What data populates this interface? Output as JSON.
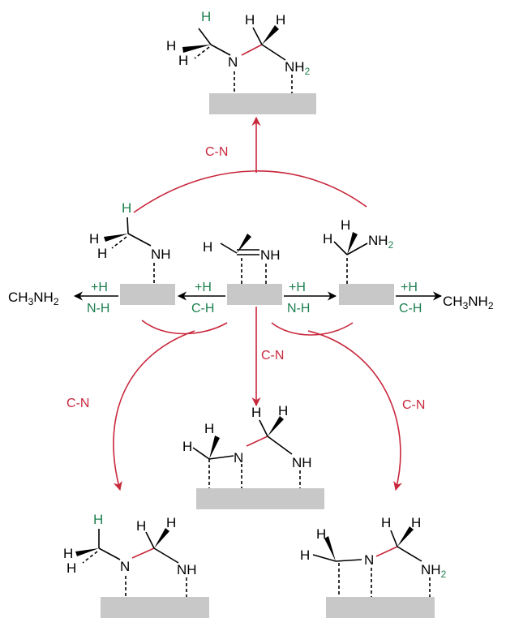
{
  "colors": {
    "atom": "#000000",
    "new_hydrogen": "#1e8050",
    "cn_bond_and_arrows": "#c8283c",
    "surface": "#c8c8c8"
  },
  "labels": {
    "cn": "C-N",
    "plus_h": "+H",
    "nh_step": "N-H",
    "ch_step": "C-H",
    "methylamine_main": "CH",
    "methylamine_sub3": "3",
    "methylamine_nh": "NH",
    "methylamine_sub2": "2"
  },
  "atoms": {
    "H": "H",
    "N": "N",
    "NH": "NH",
    "NH2_main": "NH",
    "NH2_sub": "2"
  }
}
